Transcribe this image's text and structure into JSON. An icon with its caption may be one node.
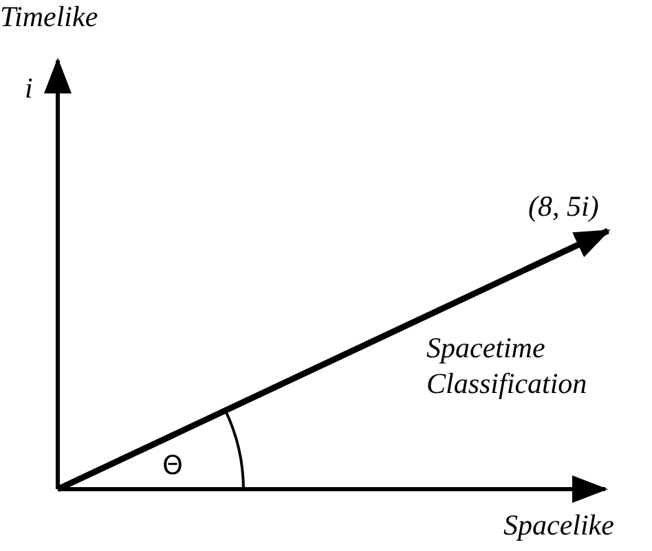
{
  "diagram": {
    "labels": [
      "Timelike",
      "i",
      "(8, 5i)",
      "Spacetime Classification",
      "Θ",
      "Spacelike"
    ]
  }
}
